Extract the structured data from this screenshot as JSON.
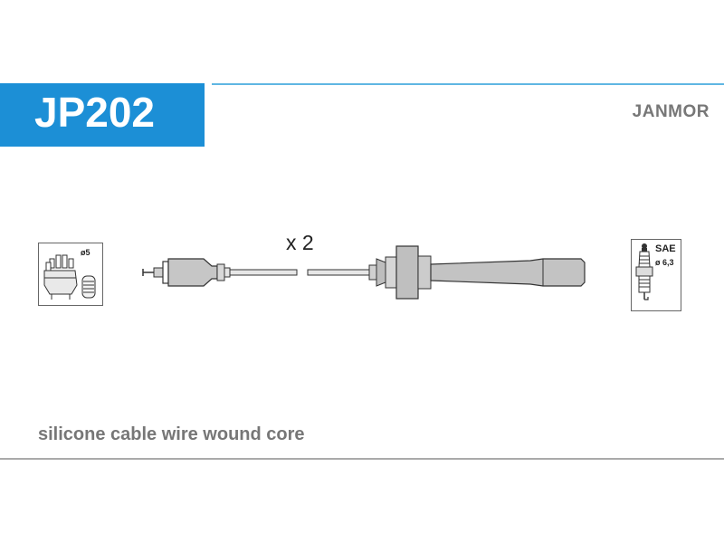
{
  "header": {
    "part_code": "JP202",
    "brand": "JANMOR"
  },
  "diagram": {
    "multiplier": "x 2",
    "distributor_diameter": "ø5",
    "plug_type": "SAE",
    "plug_diameter": "ø 6,3"
  },
  "footer": {
    "caption": "silicone cable wire wound core"
  },
  "colors": {
    "accent_blue": "#1c8fd6",
    "rule_blue": "#5fb6e3",
    "text_gray": "#777777"
  }
}
